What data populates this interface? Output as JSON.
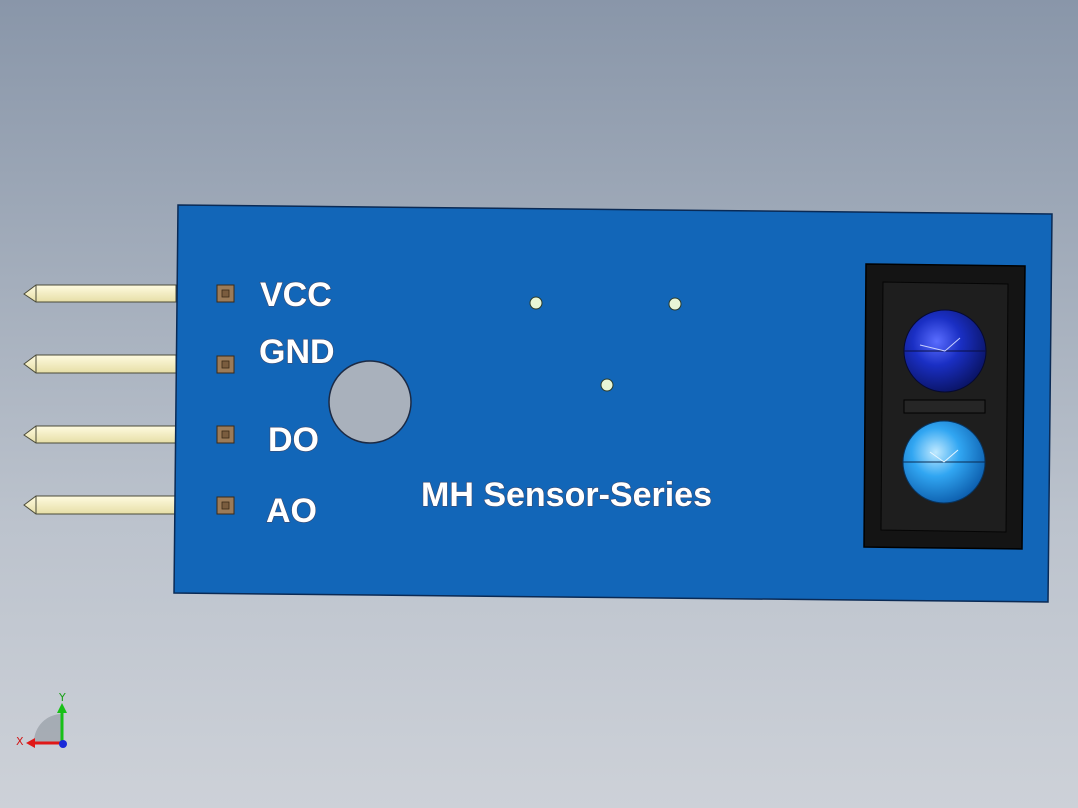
{
  "module": {
    "silkscreen_title": "MH Sensor-Series",
    "pin_labels": [
      "VCC",
      "GND",
      "DO",
      "AO"
    ]
  },
  "colors": {
    "pcb": "#1266b8",
    "pins": "#f7f1c0",
    "pads": "#9b7b58",
    "emitter_led": "#0f2fb8",
    "receiver_led": "#2a9ff0",
    "housing": "#141414",
    "background_top": "#8996a9",
    "background_bottom": "#cdd1d8"
  },
  "axis_triad": {
    "x_label": "X",
    "y_label": "Y"
  }
}
